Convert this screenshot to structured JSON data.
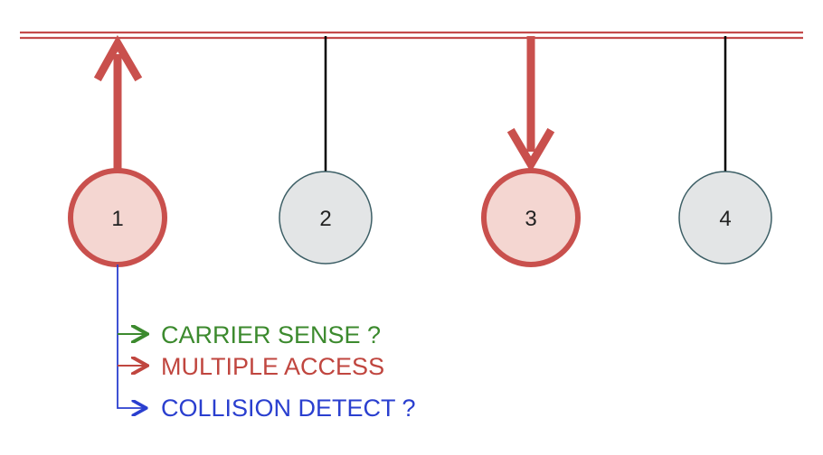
{
  "diagram": {
    "colors": {
      "bus": "#c44a4a",
      "active_stroke": "#c9504d",
      "active_fill": "#f4d6d1",
      "idle_stroke": "#3d5f66",
      "idle_fill": "#e3e5e6",
      "drop_line": "#000000",
      "arrow": "#c9504d",
      "tree_line": "#2a3fcf"
    },
    "nodes": [
      {
        "label": "1",
        "active": true
      },
      {
        "label": "2",
        "active": false
      },
      {
        "label": "3",
        "active": true
      },
      {
        "label": "4",
        "active": false
      }
    ],
    "arrows": [
      {
        "from_node": "1",
        "direction": "up"
      },
      {
        "to_node": "3",
        "direction": "down"
      }
    ],
    "legend": [
      {
        "text": "CARRIER SENSE ?",
        "color": "#3c8a2e"
      },
      {
        "text": "MULTIPLE ACCESS",
        "color": "#c0463f"
      },
      {
        "text": "COLLISION DETECT ?",
        "color": "#2a3fcf"
      }
    ]
  }
}
